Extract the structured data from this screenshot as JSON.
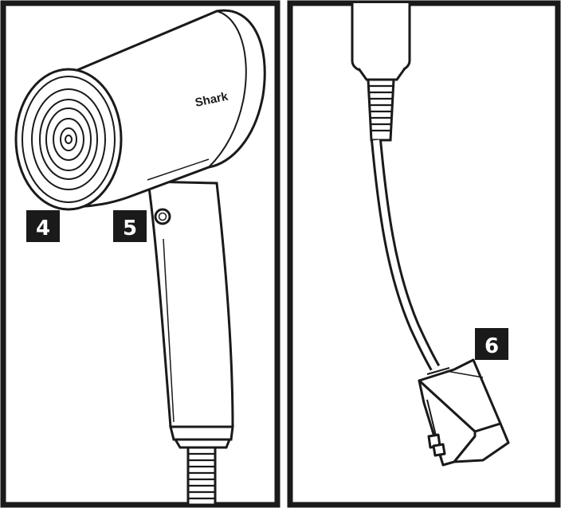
{
  "brand_label": "Shark",
  "callouts": {
    "c4": "4",
    "c5": "5",
    "c6": "6"
  },
  "colors": {
    "line": "#1a1a1a",
    "fill": "#ffffff",
    "callout_bg": "#1a1a1a",
    "callout_text": "#ffffff"
  }
}
